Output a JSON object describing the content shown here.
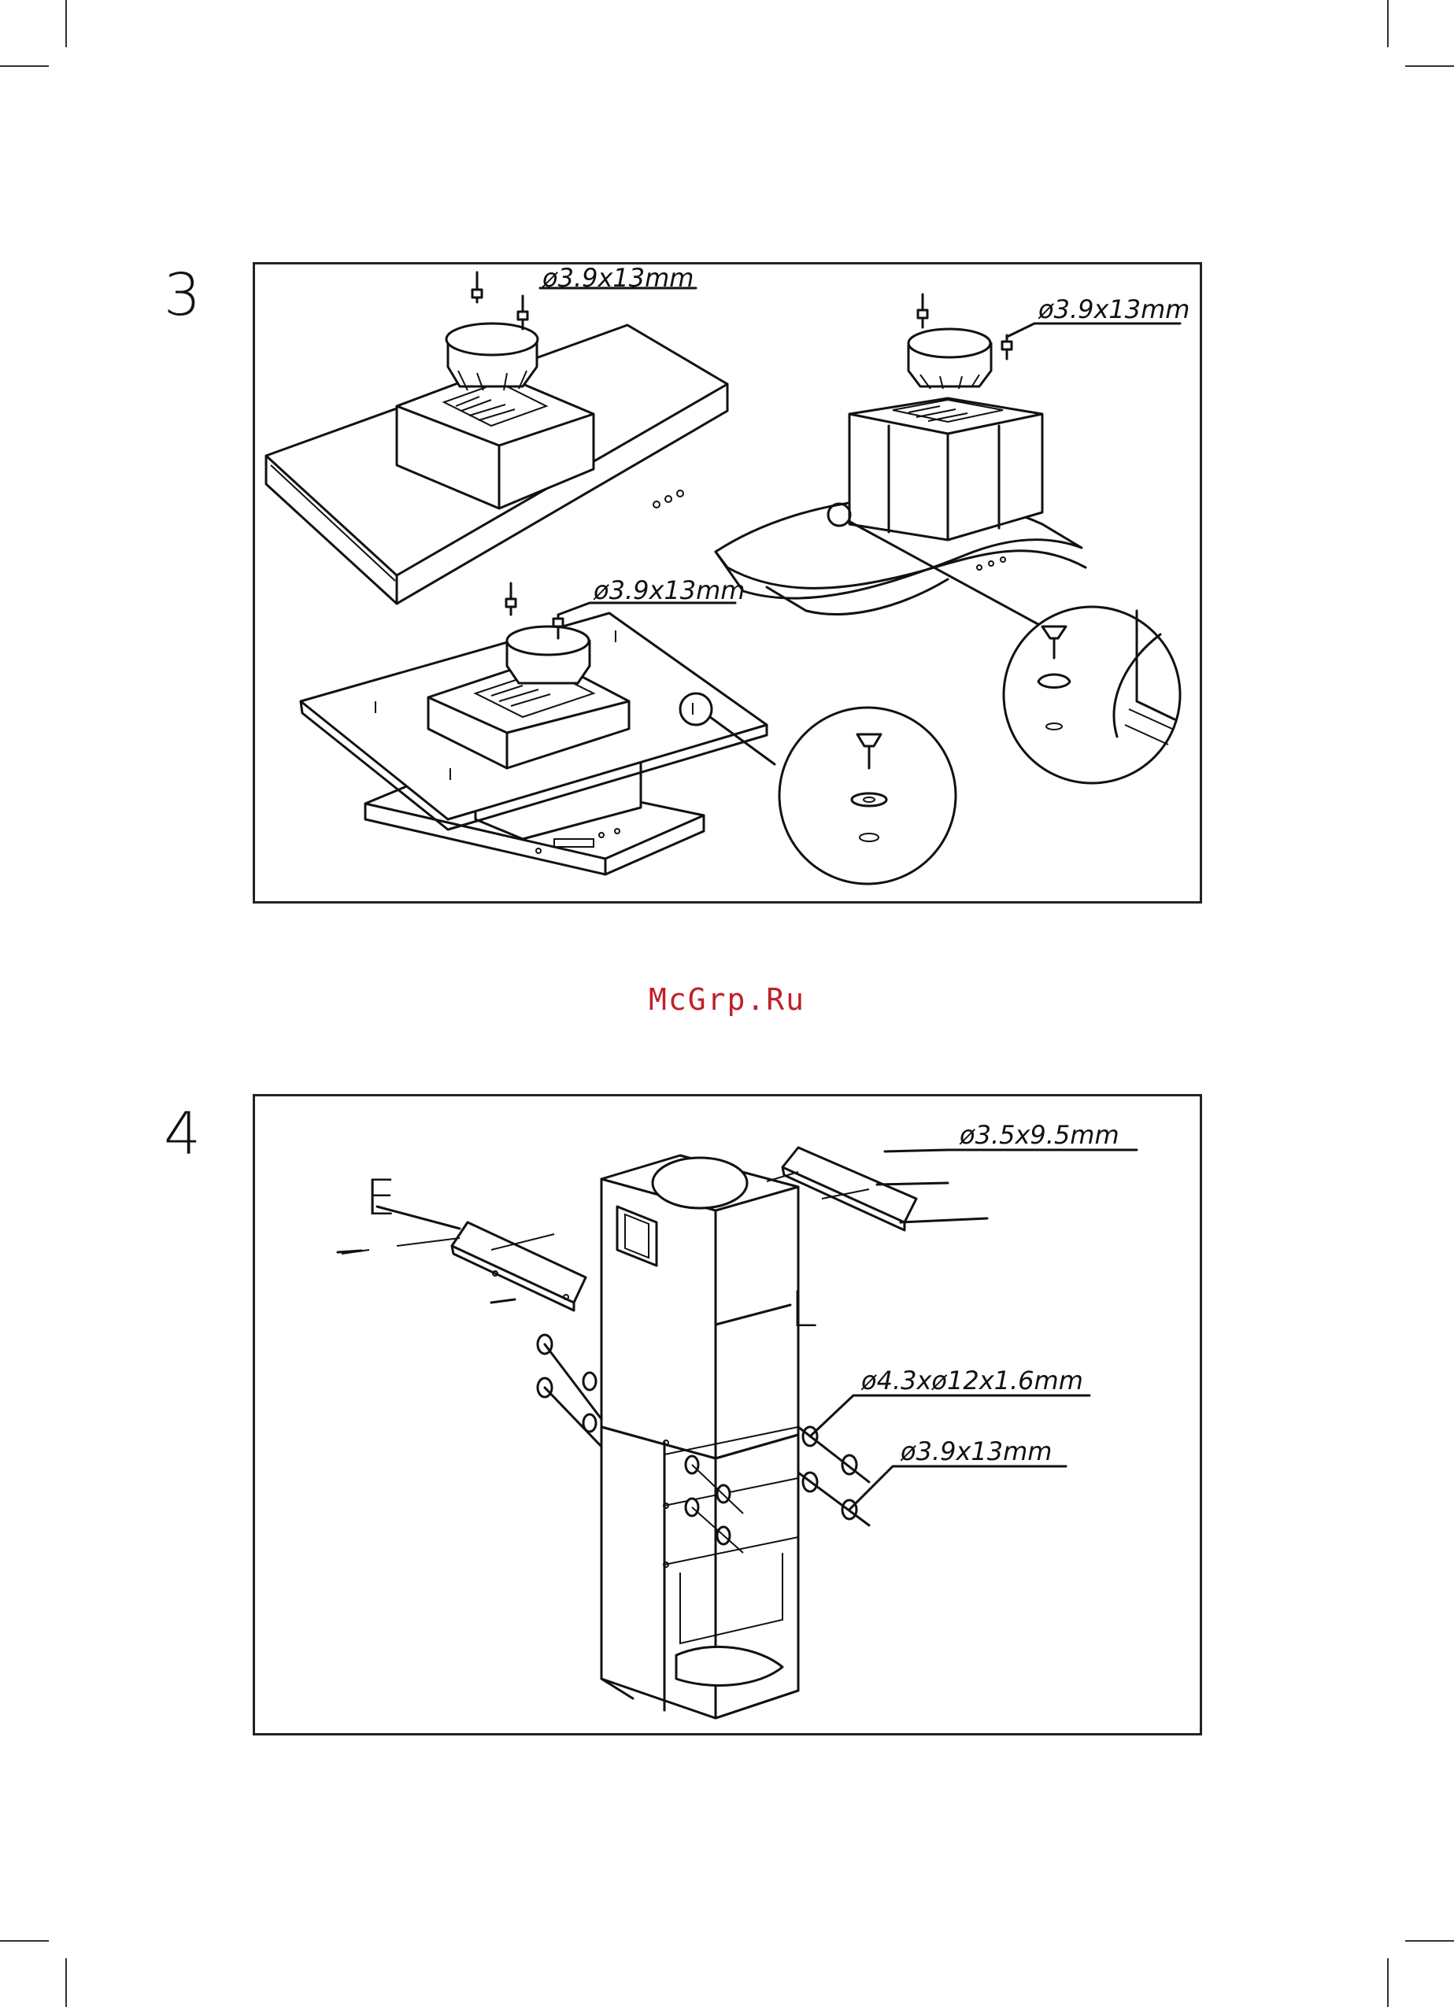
{
  "page": {
    "watermark": "McGrp.Ru",
    "watermark_color": "#c0202a"
  },
  "step3": {
    "number": "3",
    "labels": {
      "screw_a": "ø3.9x13mm",
      "screw_b": "ø3.9x13mm",
      "screw_c": "ø3.9x13mm"
    }
  },
  "step4": {
    "number": "4",
    "labels": {
      "bracket_screw": "ø3.5x9.5mm",
      "washer": "ø4.3xø12x1.6mm",
      "screw": "ø3.9x13mm",
      "part_e": "E",
      "part_l": "L"
    }
  }
}
